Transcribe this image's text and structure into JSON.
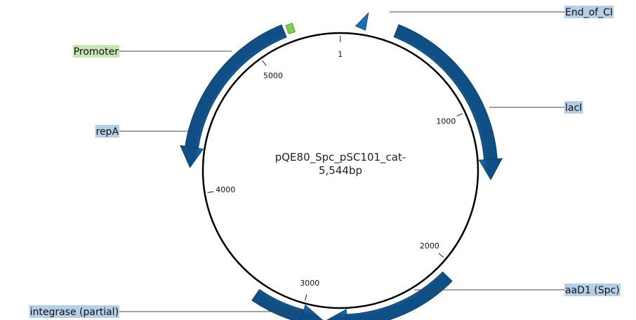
{
  "plasmid": {
    "name": "pQE80_Spc_pSC101_cat-",
    "size_label": "5,544bp",
    "length": 5544
  },
  "ticks": [
    {
      "value": 1,
      "label": "1"
    },
    {
      "value": 1000,
      "label": "1000"
    },
    {
      "value": 2000,
      "label": "2000"
    },
    {
      "value": 3000,
      "label": "3000"
    },
    {
      "value": 4000,
      "label": "4000"
    },
    {
      "value": 5000,
      "label": "5000"
    }
  ],
  "features": [
    {
      "id": "lacI",
      "label": "lacI",
      "type": "gene",
      "start": 335,
      "end": 1440,
      "strand": "+",
      "color": "#1f6fb0",
      "label_bg": "#b7cfe6"
    },
    {
      "id": "aaD1",
      "label": "aaD1 (Spc)",
      "type": "gene",
      "start": 2075,
      "end": 2855,
      "strand": "+",
      "color": "#1f6fb0",
      "label_bg": "#b7cfe6"
    },
    {
      "id": "integrase",
      "label": "integrase (partial)",
      "type": "gene",
      "start": 2878,
      "end": 3300,
      "strand": "-",
      "color": "#1f6fb0",
      "label_bg": "#b7cfe6"
    },
    {
      "id": "repA",
      "label": "repA",
      "type": "gene",
      "start": 4175,
      "end": 5205,
      "strand": "-",
      "color": "#1f6fb0",
      "label_bg": "#b7cfe6"
    },
    {
      "id": "promoter",
      "label": "Promoter",
      "type": "promoter",
      "start": 5225,
      "end": 5265,
      "strand": "+",
      "color": "#7ed14b",
      "label_bg": "#c7e6b5"
    },
    {
      "id": "end_of_ci",
      "label": "End_of_CI",
      "type": "terminator",
      "start": 92,
      "end": 155,
      "strand": "-",
      "color": "#1f6fb0",
      "label_bg": "#b7cfe6"
    }
  ],
  "colors": {
    "gene_dark": "#0e4a7a",
    "gene_light": "#3f95d6",
    "backbone": "#000000"
  }
}
